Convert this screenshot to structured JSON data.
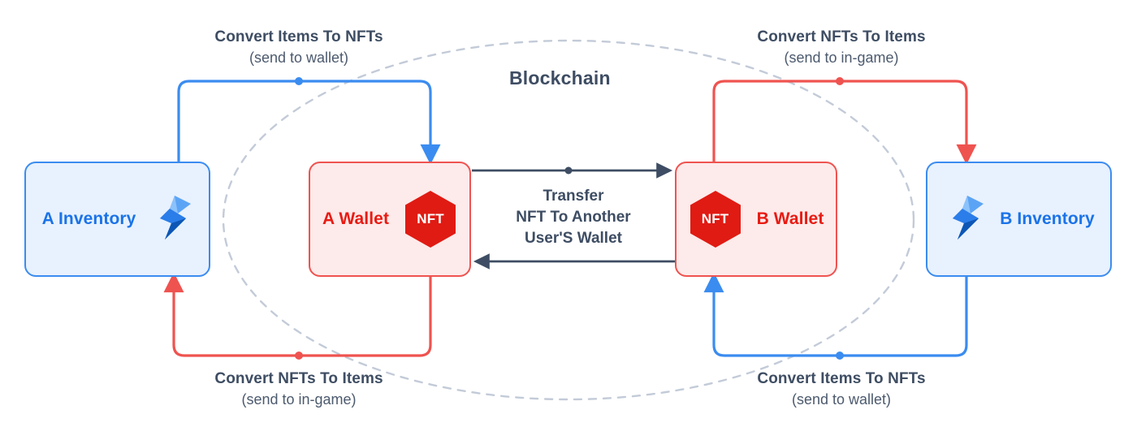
{
  "diagram": {
    "title": "Blockchain",
    "colors": {
      "blue_stroke": "#3b8cf0",
      "blue_fill": "#e8f1fe",
      "blue_text": "#1a73e8",
      "red_stroke": "#ef5350",
      "red_fill": "#fdeaea",
      "red_text": "#e81b13",
      "nft_hex": "#e01b13",
      "arrow_dark": "#3e4d63",
      "caption_text": "#3e4d63",
      "ellipse_dashed": "#c3cbd8"
    }
  },
  "nodes": {
    "a_inventory": {
      "label": "A Inventory",
      "icon": "lightning-bolt-icon"
    },
    "a_wallet": {
      "label": "A Wallet",
      "badge": "NFT",
      "icon": "nft-hexagon-icon"
    },
    "b_wallet": {
      "label": "B Wallet",
      "badge": "NFT",
      "icon": "nft-hexagon-icon"
    },
    "b_inventory": {
      "label": "B Inventory",
      "icon": "lightning-bolt-icon"
    }
  },
  "captions": {
    "top_left": {
      "main": "Convert Items To NFTs",
      "sub": "(send to wallet)"
    },
    "top_right": {
      "main": "Convert NFTs To Items",
      "sub": "(send to in-game)"
    },
    "bottom_left": {
      "main": "Convert NFTs To Items",
      "sub": "(send to in-game)"
    },
    "bottom_right": {
      "main": "Convert Items To NFTs",
      "sub": "(send to wallet)"
    }
  },
  "transfer": {
    "line1": "Transfer",
    "line2": "NFT To Another",
    "line3": "User'S Wallet"
  }
}
